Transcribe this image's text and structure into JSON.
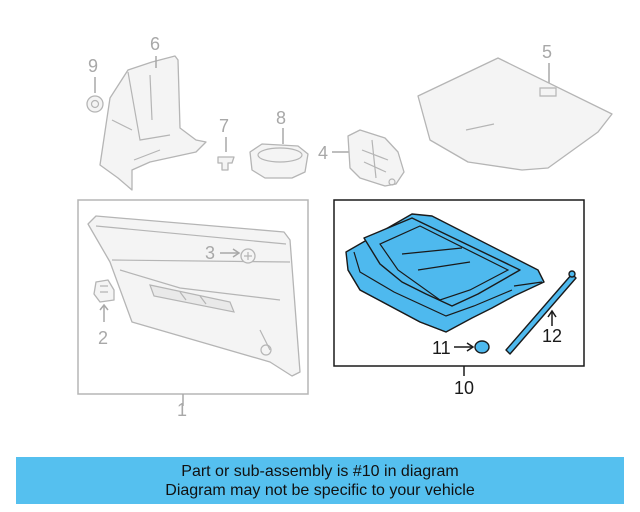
{
  "diagram": {
    "callouts": {
      "c1": "1",
      "c2": "2",
      "c3": "3",
      "c4": "4",
      "c5": "5",
      "c6": "6",
      "c7": "7",
      "c8": "8",
      "c9": "9",
      "c10": "10",
      "c11": "11",
      "c12": "12"
    },
    "highlighted_callout": "10",
    "colors": {
      "highlight": "#4eb9ee",
      "ghost": "#b5b5b5",
      "banner": "#55c0ef"
    }
  },
  "banner": {
    "line1": "Part or sub-assembly is #10 in diagram",
    "line2": "Diagram may not be specific to your vehicle"
  }
}
